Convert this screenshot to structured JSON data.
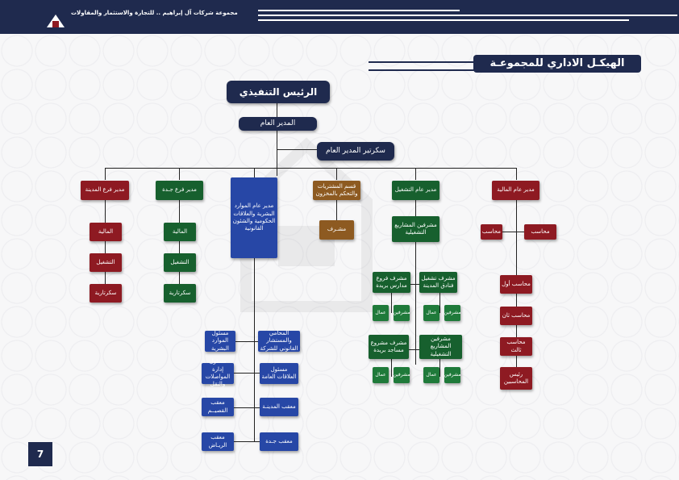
{
  "header": {
    "title": "مجموعة شركات آل إبراهيم .. للتجارة والاستثمار والمقاولات"
  },
  "section_heading": "الهيكـل الاداري للمجموعـة",
  "page_number": "7",
  "top": {
    "ceo": "الرئيس التنفيذي",
    "gm": "المدير العام",
    "gm_secretary": "سكرتير المدير العام"
  },
  "branches": {
    "madinah": "مدير فرع المدينة",
    "jeddah": "مدير فرع جـدة",
    "hr": "مدير عام الموارد البشرية والعلاقات الحكومية والشئون القانونية",
    "procurement": "قسم المشتريات والتحكم بالمخزون",
    "operations": "مدير عام التشغيل",
    "finance": "مدير عام المالية"
  },
  "madinah_units": [
    "المالية",
    "التشغيل",
    "سكرتارية"
  ],
  "jeddah_units": [
    "المالية",
    "التشغيل",
    "سكرتارية"
  ],
  "procurement_units": [
    "مشـرف"
  ],
  "operations_units": {
    "projects_supervisors": "مشرفين المشاريع التشغيلية",
    "buraidah_schools": "مشرف فروع مدارس بريدة",
    "madinah_hotels": "مشرف تشغيل فنادق المدينة",
    "buraidah_mosques": "مشرف مشروع مساجد بريدة",
    "ops_supervisors": "مشرفين المشاريع التشغيلية",
    "supervisors": "مشرفين",
    "workers": "عمال"
  },
  "finance_units": {
    "accountant1": "محاسب",
    "accountant2": "محاسب",
    "first": "محاسب أول",
    "second": "محاسب ثان",
    "third": "محاسب ثالث",
    "head": "رئيس المحاسبين"
  },
  "hr_units": [
    "المحامي والمستشار القانوني للشركة",
    "مسئول الموارد البشرية",
    "مسئول العلاقات العامة",
    "مسئول إدارة المواصلات والنقل",
    "معقب المدينـة",
    "معقب القصيــم",
    "معقب جـدة",
    "معقب الريـاض"
  ]
}
